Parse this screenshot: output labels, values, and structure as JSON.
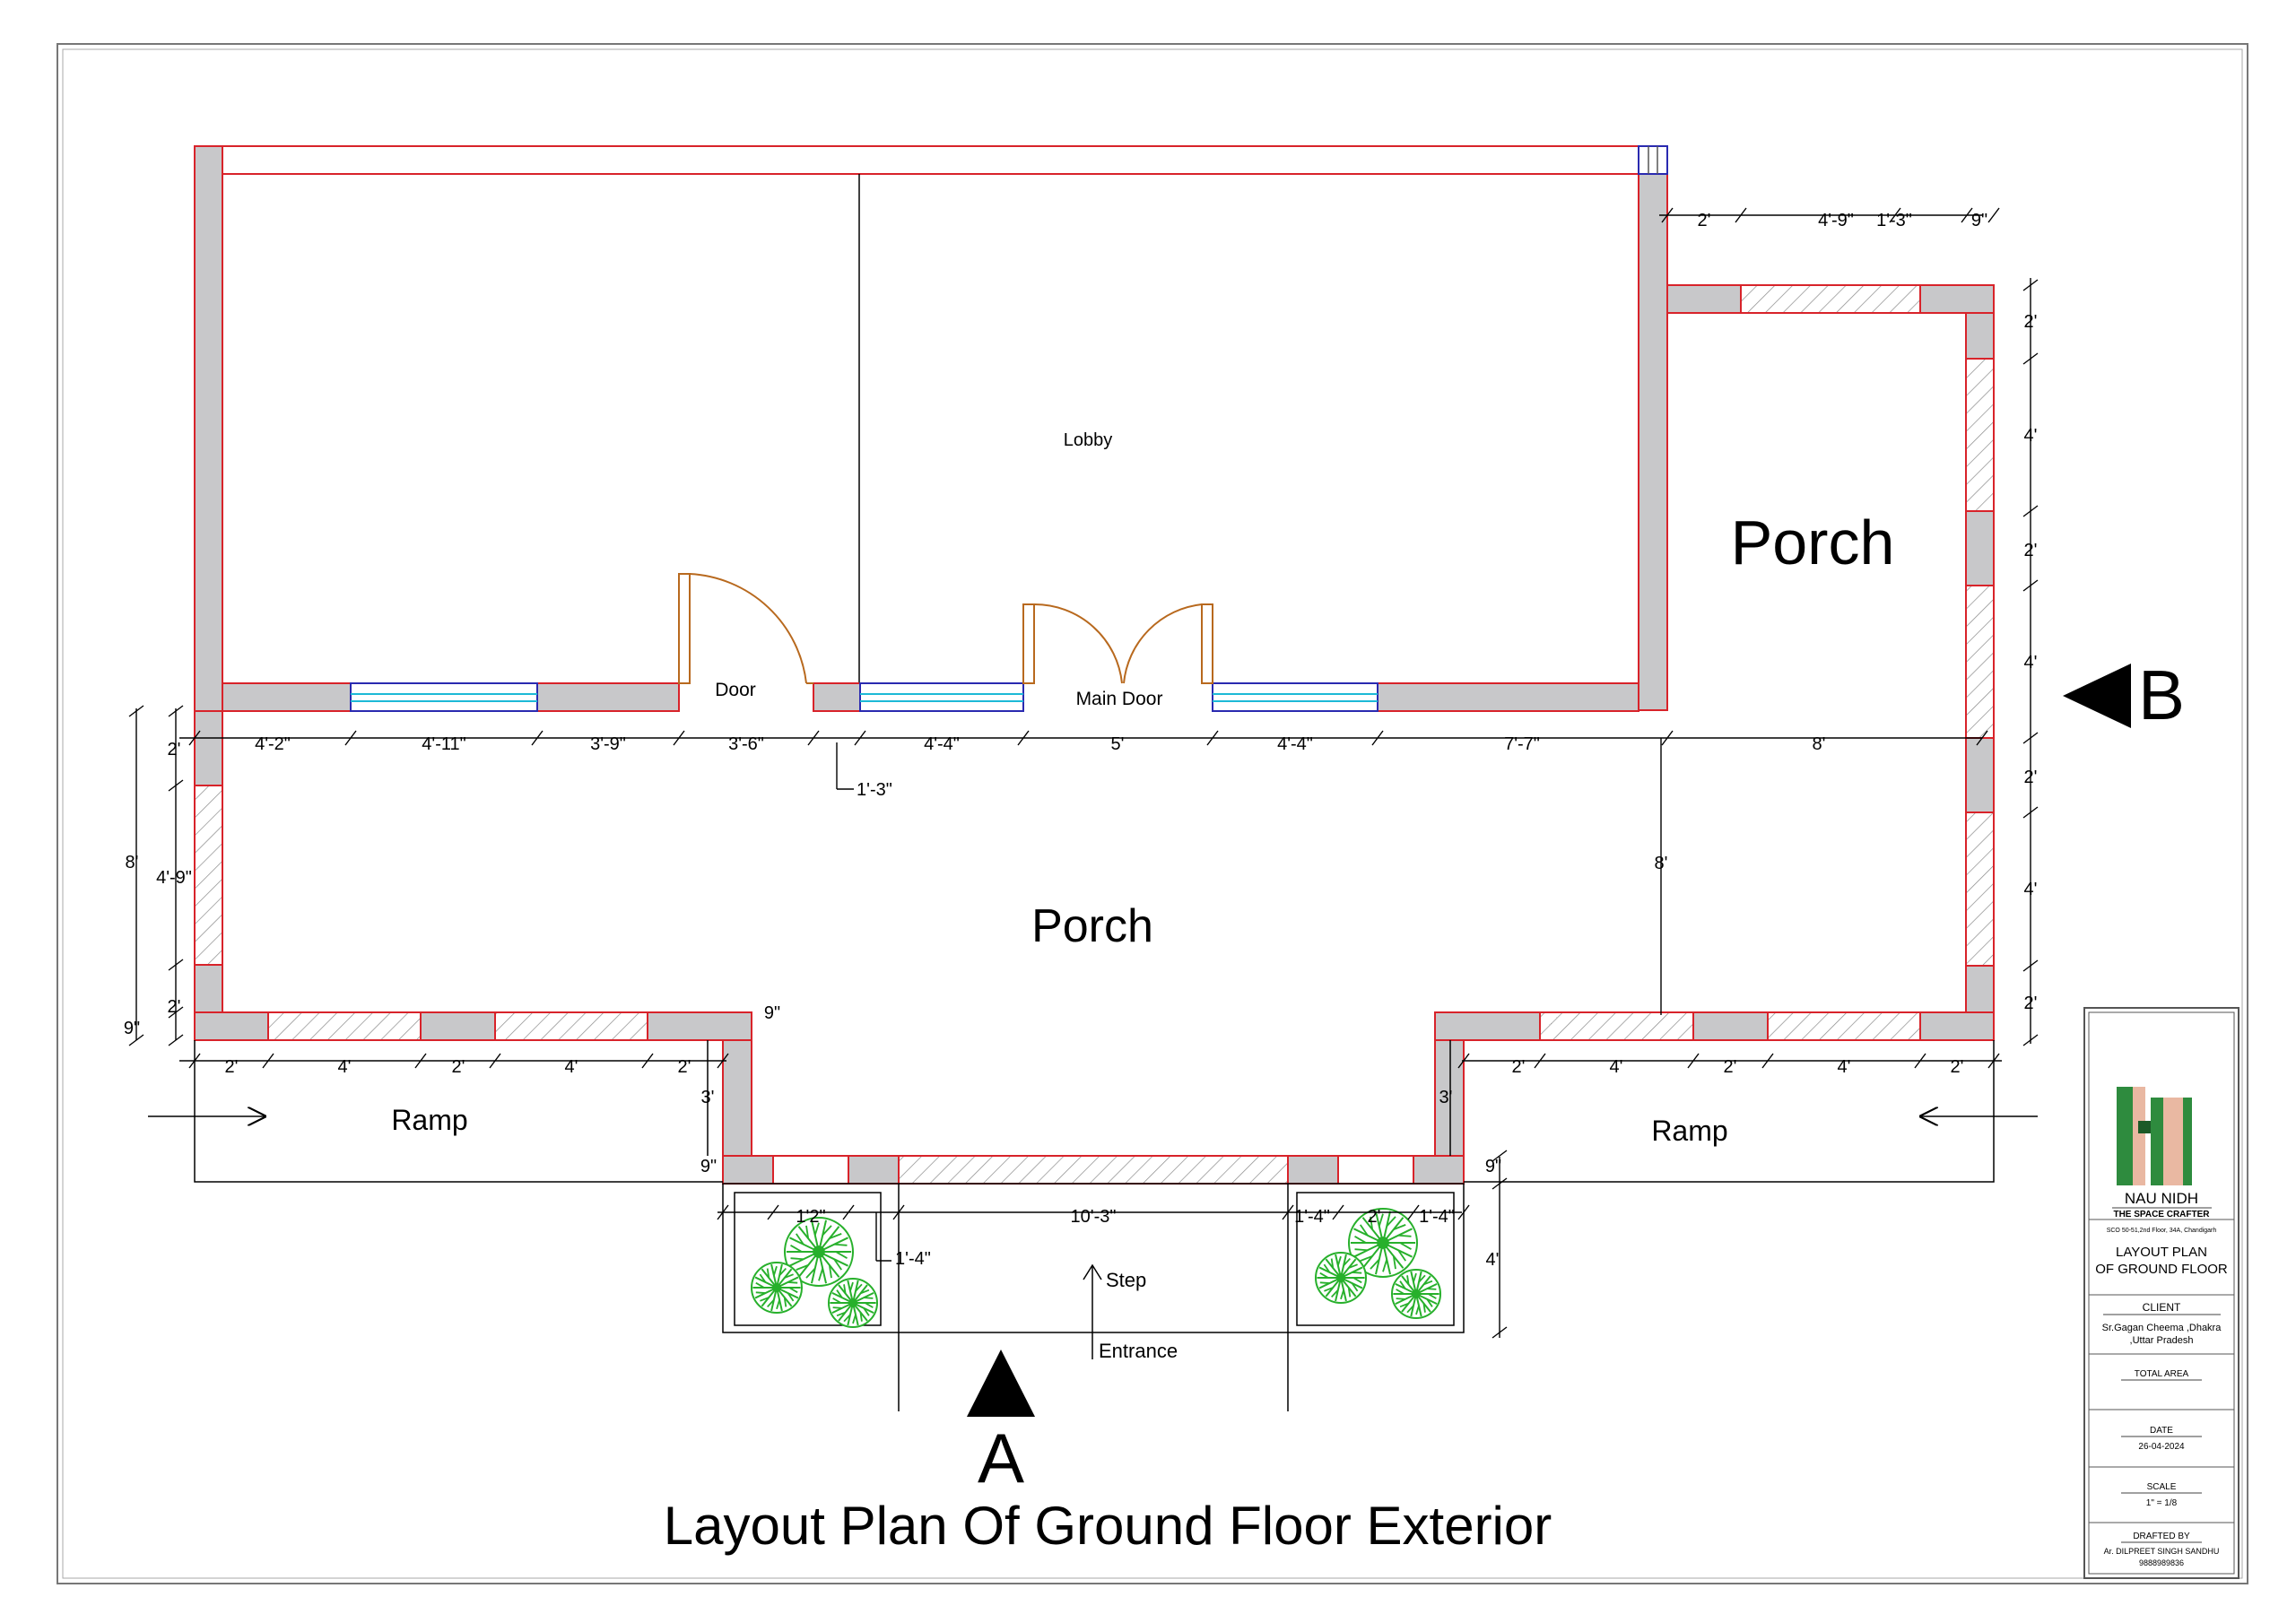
{
  "title": "Layout Plan Of Ground Floor Exterior",
  "rooms": {
    "lobby": "Lobby",
    "porch_main": "Porch",
    "porch_side": "Porch",
    "ramp_left": "Ramp",
    "ramp_right": "Ramp",
    "door": "Door",
    "main_door": "Main Door",
    "step": "Step",
    "entrance": "Entrance"
  },
  "section_markers": {
    "a": "A",
    "b": "B"
  },
  "dimensions": {
    "front_wall": [
      "4'-2\"",
      "4'-11\"",
      "3'-9\"",
      "3'-6\"",
      "4'-4\"",
      "5'",
      "4'-4\"",
      "7'-7\"",
      "8'"
    ],
    "offset_note": "1'-3\"",
    "left_side": [
      "2'",
      "4'-9\"",
      "2'",
      "9\""
    ],
    "left_total": "8'",
    "porch_depth": "8'",
    "top_right": [
      "2'",
      "4'-9\"",
      "1'-3\"",
      "9\""
    ],
    "right_side": [
      "2'",
      "4'",
      "2'",
      "4'",
      "2'",
      "4'",
      "2'"
    ],
    "left_bottom": [
      "2'",
      "4'",
      "2'",
      "4'",
      "2'"
    ],
    "right_bottom": [
      "2'",
      "4'",
      "2'",
      "4'",
      "2'"
    ],
    "small_9_top": "9\"",
    "step_3_left": "3'",
    "step_3_right": "3'",
    "step_9_left": "9\"",
    "step_9_right": "9\"",
    "planter_left": "1'2\"",
    "planter_left_b": "1'-4\"",
    "planter_left_side": "1'-4\"",
    "entrance_width": "10'-3\"",
    "planter_right_a": "1'-4\"",
    "planter_right_b": "2'",
    "planter_right_c": "1'-4\"",
    "step_depth": "4'"
  },
  "title_block": {
    "company": "NAU NIDH",
    "tagline": "THE SPACE CRAFTER",
    "address": "SCO 50-51,2nd Floor, 34A, Chandigarh",
    "drawing_title_1": "LAYOUT PLAN",
    "drawing_title_2": "OF GROUND FLOOR",
    "client_label": "CLIENT",
    "client_1": "Sr.Gagan Cheema ,Dhakra",
    "client_2": ",Uttar Pradesh",
    "area_label": "TOTAL AREA",
    "date_label": "DATE",
    "date": "26-04-2024",
    "scale_label": "SCALE",
    "scale": "1\" = 1/8",
    "drafted_label": "DRAFTED BY",
    "drafted_name": "Ar. DILPREET SINGH SANDHU",
    "drafted_phone": "9888989836"
  },
  "colors": {
    "wall_fill": "#c8c8ca",
    "wall_edge": "#d8232a",
    "door_arc": "#b8691e",
    "window": "#1db9d6",
    "window_frame": "#2a2ab0",
    "tree": "#27b02b",
    "logo_green": "#2e8b3e",
    "logo_peach": "#e9b8a2"
  }
}
